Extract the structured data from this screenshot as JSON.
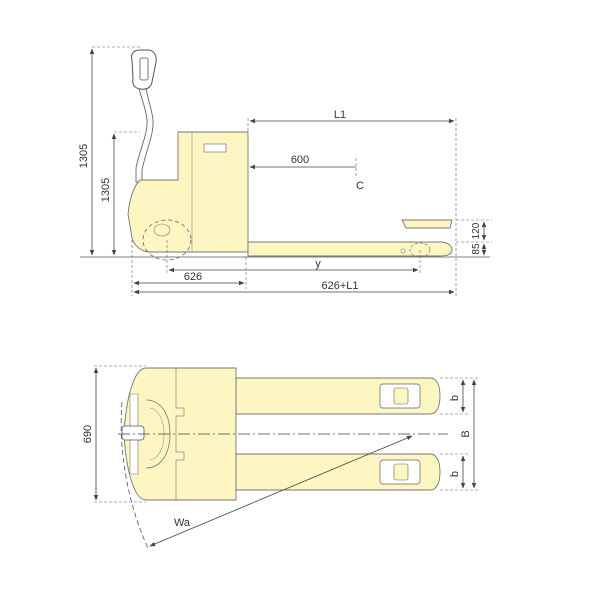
{
  "colors": {
    "body_fill": "#fdf5c2",
    "outline": "#777777",
    "dimension_line": "#444444",
    "text": "#333333"
  },
  "side_view": {
    "labels": {
      "overall_height": "1305",
      "handle_height": "1305",
      "fork_length": "L1",
      "center_distance": "600",
      "center_mark": "C",
      "fork_raised_height": "120",
      "fork_lowered_height": "85",
      "front_body": "626",
      "wheel_distance": "y",
      "overall_length": "626+L1"
    }
  },
  "top_view": {
    "labels": {
      "overall_width": "690",
      "fork_width_top": "b",
      "fork_spread": "B",
      "fork_width_bottom": "b",
      "turning_radius": "Wa"
    }
  }
}
